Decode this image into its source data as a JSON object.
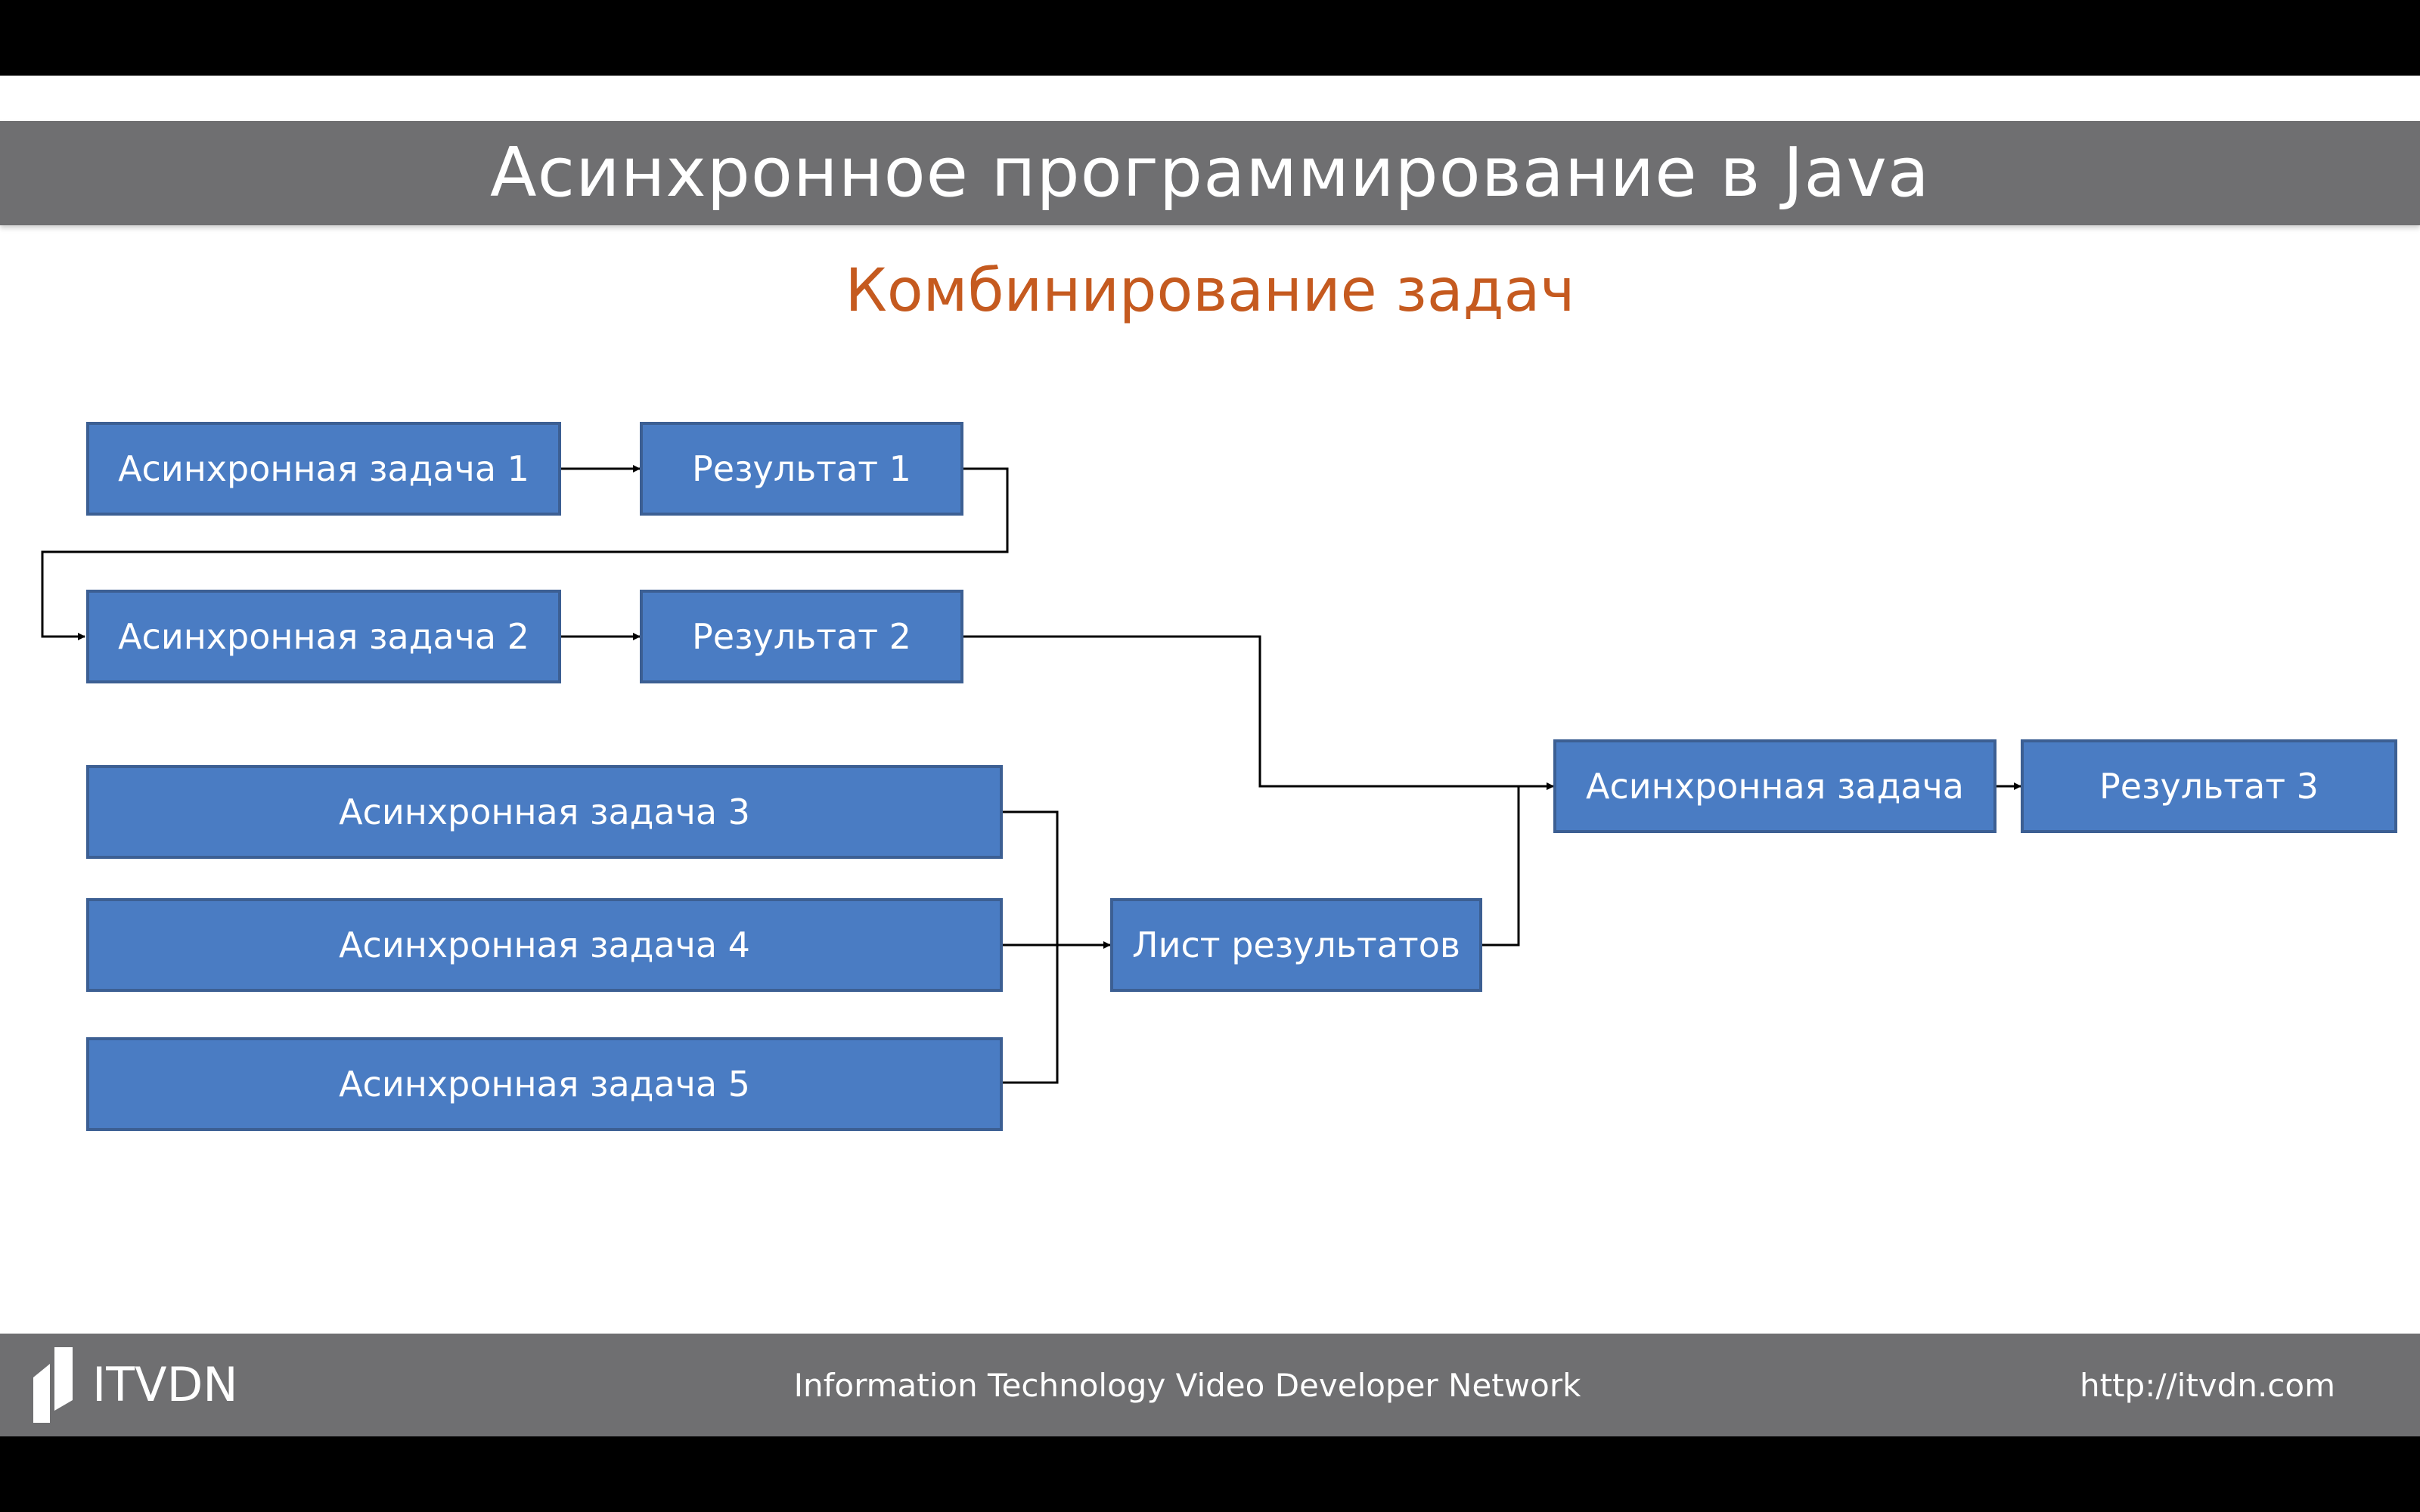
{
  "slide": {
    "title": "Асинхронное программирование в Java",
    "subtitle": "Комбинирование задач"
  },
  "diagram": {
    "nodes": {
      "task1": "Асинхронная задача 1",
      "result1": "Результат 1",
      "task2": "Асинхронная задача 2",
      "result2": "Результат 2",
      "task3": "Асинхронная задача 3",
      "task4": "Асинхронная задача 4",
      "task5": "Асинхронная задача 5",
      "results_list": "Лист результатов",
      "combined_task": "Асинхронная задача",
      "result3": "Результат 3"
    },
    "edges": [
      [
        "task1",
        "result1"
      ],
      [
        "result1",
        "task2"
      ],
      [
        "task2",
        "result2"
      ],
      [
        "result2",
        "combined_task"
      ],
      [
        "task3",
        "results_list"
      ],
      [
        "task4",
        "results_list"
      ],
      [
        "task5",
        "results_list"
      ],
      [
        "results_list",
        "combined_task"
      ],
      [
        "combined_task",
        "result3"
      ]
    ],
    "colors": {
      "box_fill": "#4a7cc3",
      "box_border": "#3c5f93",
      "subtitle": "#c55a1f",
      "bars": "#6f6f71"
    }
  },
  "footer": {
    "logo": "ITVDN",
    "tagline": "Information Technology Video Developer Network",
    "url": "http://itvdn.com"
  }
}
